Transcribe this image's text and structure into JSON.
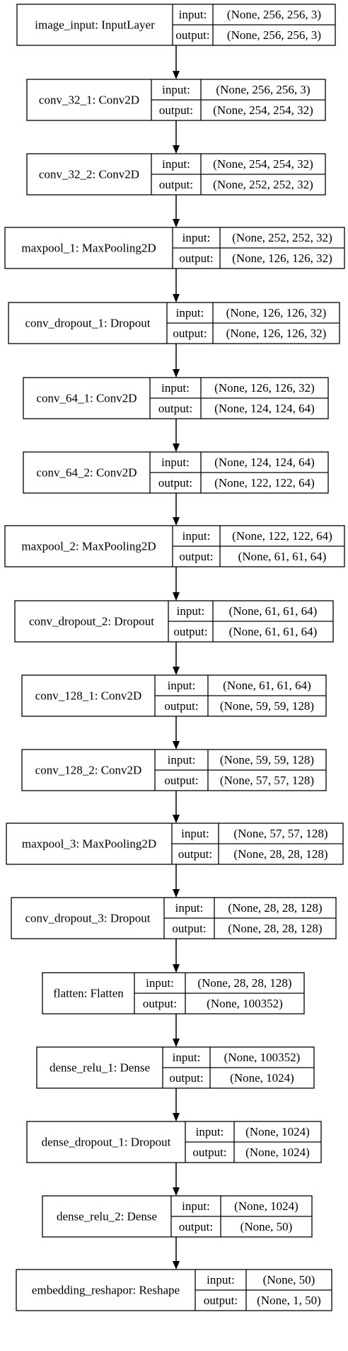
{
  "input_label": "input:",
  "output_label": "output:",
  "layers": [
    {
      "name": "image_input: InputLayer",
      "input": "(None, 256, 256, 3)",
      "output": "(None, 256, 256, 3)"
    },
    {
      "name": "conv_32_1: Conv2D",
      "input": "(None, 256, 256, 3)",
      "output": "(None, 254, 254, 32)"
    },
    {
      "name": "conv_32_2: Conv2D",
      "input": "(None, 254, 254, 32)",
      "output": "(None, 252, 252, 32)"
    },
    {
      "name": "maxpool_1: MaxPooling2D",
      "input": "(None, 252, 252, 32)",
      "output": "(None, 126, 126, 32)"
    },
    {
      "name": "conv_dropout_1: Dropout",
      "input": "(None, 126, 126, 32)",
      "output": "(None, 126, 126, 32)"
    },
    {
      "name": "conv_64_1: Conv2D",
      "input": "(None, 126, 126, 32)",
      "output": "(None, 124, 124, 64)"
    },
    {
      "name": "conv_64_2: Conv2D",
      "input": "(None, 124, 124, 64)",
      "output": "(None, 122, 122, 64)"
    },
    {
      "name": "maxpool_2: MaxPooling2D",
      "input": "(None, 122, 122, 64)",
      "output": "(None, 61, 61, 64)"
    },
    {
      "name": "conv_dropout_2: Dropout",
      "input": "(None, 61, 61, 64)",
      "output": "(None, 61, 61, 64)"
    },
    {
      "name": "conv_128_1: Conv2D",
      "input": "(None, 61, 61, 64)",
      "output": "(None, 59, 59, 128)"
    },
    {
      "name": "conv_128_2: Conv2D",
      "input": "(None, 59, 59, 128)",
      "output": "(None, 57, 57, 128)"
    },
    {
      "name": "maxpool_3: MaxPooling2D",
      "input": "(None, 57, 57, 128)",
      "output": "(None, 28, 28, 128)"
    },
    {
      "name": "conv_dropout_3: Dropout",
      "input": "(None, 28, 28, 128)",
      "output": "(None, 28, 28, 128)"
    },
    {
      "name": "flatten: Flatten",
      "input": "(None, 28, 28, 128)",
      "output": "(None, 100352)"
    },
    {
      "name": "dense_relu_1: Dense",
      "input": "(None, 100352)",
      "output": "(None, 1024)"
    },
    {
      "name": "dense_dropout_1: Dropout",
      "input": "(None, 1024)",
      "output": "(None, 1024)"
    },
    {
      "name": "dense_relu_2: Dense",
      "input": "(None, 1024)",
      "output": "(None, 50)"
    },
    {
      "name": "embedding_reshapor: Reshape",
      "input": "(None, 50)",
      "output": "(None, 1, 50)"
    }
  ]
}
